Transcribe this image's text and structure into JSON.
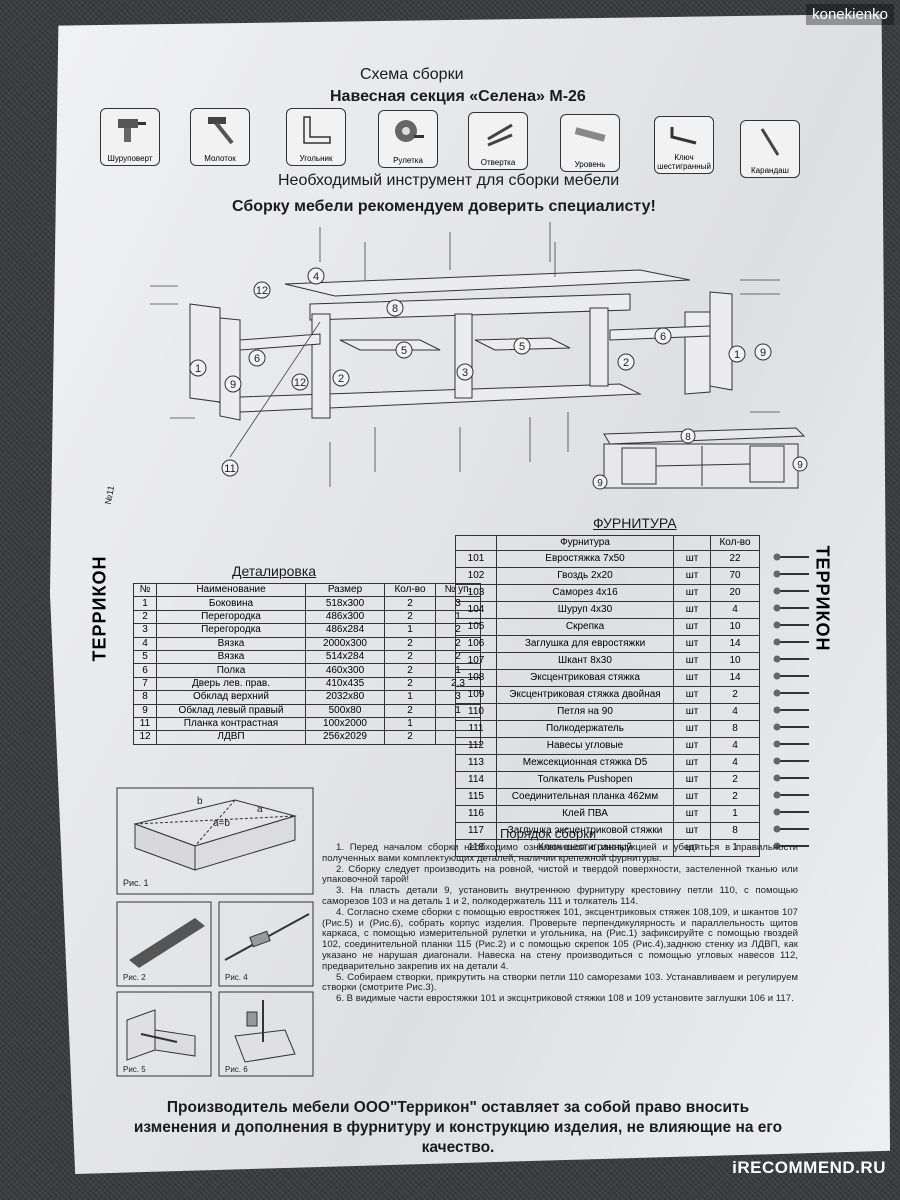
{
  "watermark_user": "konekienko",
  "watermark_site": "iRECOMMEND.RU",
  "title": "Схема сборки",
  "subtitle": "Навесная секция «Селена» М-26",
  "tools": [
    {
      "label": "Шуруповерт",
      "icon": "drill-icon"
    },
    {
      "label": "Молоток",
      "icon": "hammer-icon"
    },
    {
      "label": "Угольник",
      "icon": "square-ruler-icon"
    },
    {
      "label": "Рулетка",
      "icon": "tape-measure-icon"
    },
    {
      "label": "Отвертка",
      "icon": "screwdriver-icon"
    },
    {
      "label": "Уровень",
      "icon": "level-icon"
    },
    {
      "label": "Ключ шестигранный",
      "icon": "hex-key-icon"
    },
    {
      "label": "Карандаш",
      "icon": "pencil-icon"
    }
  ],
  "tools_caption": "Необходимый инструмент для сборки мебели",
  "recommend": "Сборку мебели рекомендуем доверить специалисту!",
  "brand": "ТЕРРИКОН",
  "details": {
    "heading": "Деталировка",
    "columns": [
      "№",
      "Наименование",
      "Размер",
      "Кол-во",
      "№ уп."
    ],
    "rows": [
      [
        "1",
        "Боковина",
        "518x300",
        "2",
        "3"
      ],
      [
        "2",
        "Перегородка",
        "486x300",
        "2",
        "1"
      ],
      [
        "3",
        "Перегородка",
        "486x284",
        "1",
        "2"
      ],
      [
        "4",
        "Вязка",
        "2000x300",
        "2",
        "2"
      ],
      [
        "5",
        "Вязка",
        "514x284",
        "2",
        "2"
      ],
      [
        "6",
        "Полка",
        "460x300",
        "2",
        "1"
      ],
      [
        "7",
        "Дверь лев. прав.",
        "410x435",
        "2",
        "2,3"
      ],
      [
        "8",
        "Обклад верхний",
        "2032x80",
        "1",
        "3"
      ],
      [
        "9",
        "Обклад левый правый",
        "500x80",
        "2",
        "1"
      ],
      [
        "11",
        "Планка контрастная",
        "100x2000",
        "1",
        ""
      ],
      [
        "12",
        "ЛДВП",
        "256x2029",
        "2",
        ""
      ]
    ]
  },
  "hardware": {
    "heading": "ФУРНИТУРА",
    "columns": [
      "",
      "Фурнитура",
      "",
      "Кол-во"
    ],
    "rows": [
      [
        "101",
        "Евростяжка 7x50",
        "шт",
        "22"
      ],
      [
        "102",
        "Гвоздь 2x20",
        "шт",
        "70"
      ],
      [
        "103",
        "Саморез 4x16",
        "шт",
        "20"
      ],
      [
        "104",
        "Шуруп 4x30",
        "шт",
        "4"
      ],
      [
        "105",
        "Скрепка",
        "шт",
        "10"
      ],
      [
        "106",
        "Заглушка для евростяжки",
        "шт",
        "14"
      ],
      [
        "107",
        "Шкант 8x30",
        "шт",
        "10"
      ],
      [
        "108",
        "Эксцентриковая стяжка",
        "шт",
        "14"
      ],
      [
        "109",
        "Эксцентриковая стяжка двойная",
        "шт",
        "2"
      ],
      [
        "110",
        "Петля на 90",
        "шт",
        "4"
      ],
      [
        "111",
        "Полкодержатель",
        "шт",
        "8"
      ],
      [
        "112",
        "Навесы угловые",
        "шт",
        "4"
      ],
      [
        "113",
        "Межсекционная стяжка D5",
        "шт",
        "4"
      ],
      [
        "114",
        "Толкатель Pushopen",
        "шт",
        "2"
      ],
      [
        "115",
        "Соединительная планка 462мм",
        "шт",
        "2"
      ],
      [
        "116",
        "Клей ПВА",
        "шт",
        "1"
      ],
      [
        "117",
        "Заглушка эксцентриковой стяжки",
        "шт",
        "8"
      ],
      [
        "118",
        "Ключ шестигранный",
        "шт",
        "1"
      ]
    ]
  },
  "figures": {
    "fig1": "Рис. 1",
    "fig2": "Рис. 2",
    "fig4": "Рис. 4",
    "fig5": "Рис. 5",
    "fig6": "Рис. 6",
    "diag_a": "a",
    "diag_b": "b",
    "diag_ab": "a=b"
  },
  "assembly": {
    "heading": "Порядок сборки",
    "steps": [
      "1.     Перед началом сборки необходимо ознакомиться с инструкцией и убедиться в правильности полученных вами комплектующих деталей, наличии крепежной фурнитуры.",
      "2.     Сборку следует производить на ровной, чистой и твердой поверхности, застеленной тканью или упаковочной тарой!",
      "3.     На пласть детали 9, установить внутреннюю фурнитуру крестовину петли 110, с помощью саморезов 103 и на деталь 1 и 2, полкодержатель 111 и толкатель 114.",
      "4.     Согласно схеме сборки с помощью евростяжек 101, эксцентриковых стяжек 108,109, и шкантов 107 (Рис.5) и (Рис.6), собрать корпус изделия. Проверьте перпендикулярность и параллельность щитов каркаса, с помощью измерительной рулетки и угольника, на (Рис.1) зафиксируйте с помощью гвоздей 102, соединительной планки 115 (Рис.2) и с помощью скрепок 105 (Рис.4),заднюю стенку из ЛДВП, как указано  не нарушая диагонали. Навеска на стену производиться с помощью угловых навесов 112, предварительно закрепив их на детали 4.",
      "5.     Собираем створки, прикрутить на створки петли 110 саморезами 103.  Устанавливаем и регулируем створки (смотрите Рис.3).",
      "6.  В видимые части евростяжки 101 и эксцнтриковой стяжки 108 и 109  установите заглушки 106 и 117."
    ]
  },
  "footer": "Производитель мебели ООО\"Террикон\" оставляет за собой право вносить изменения и дополнения в фурнитуру и конструкцию изделия, не влияющие на его качество.",
  "callouts": [
    "4",
    "12",
    "8",
    "5",
    "5",
    "6",
    "6",
    "1",
    "9",
    "2",
    "2",
    "3",
    "12",
    "1",
    "9",
    "11",
    "8",
    "9",
    "9"
  ],
  "side_note": "№11"
}
